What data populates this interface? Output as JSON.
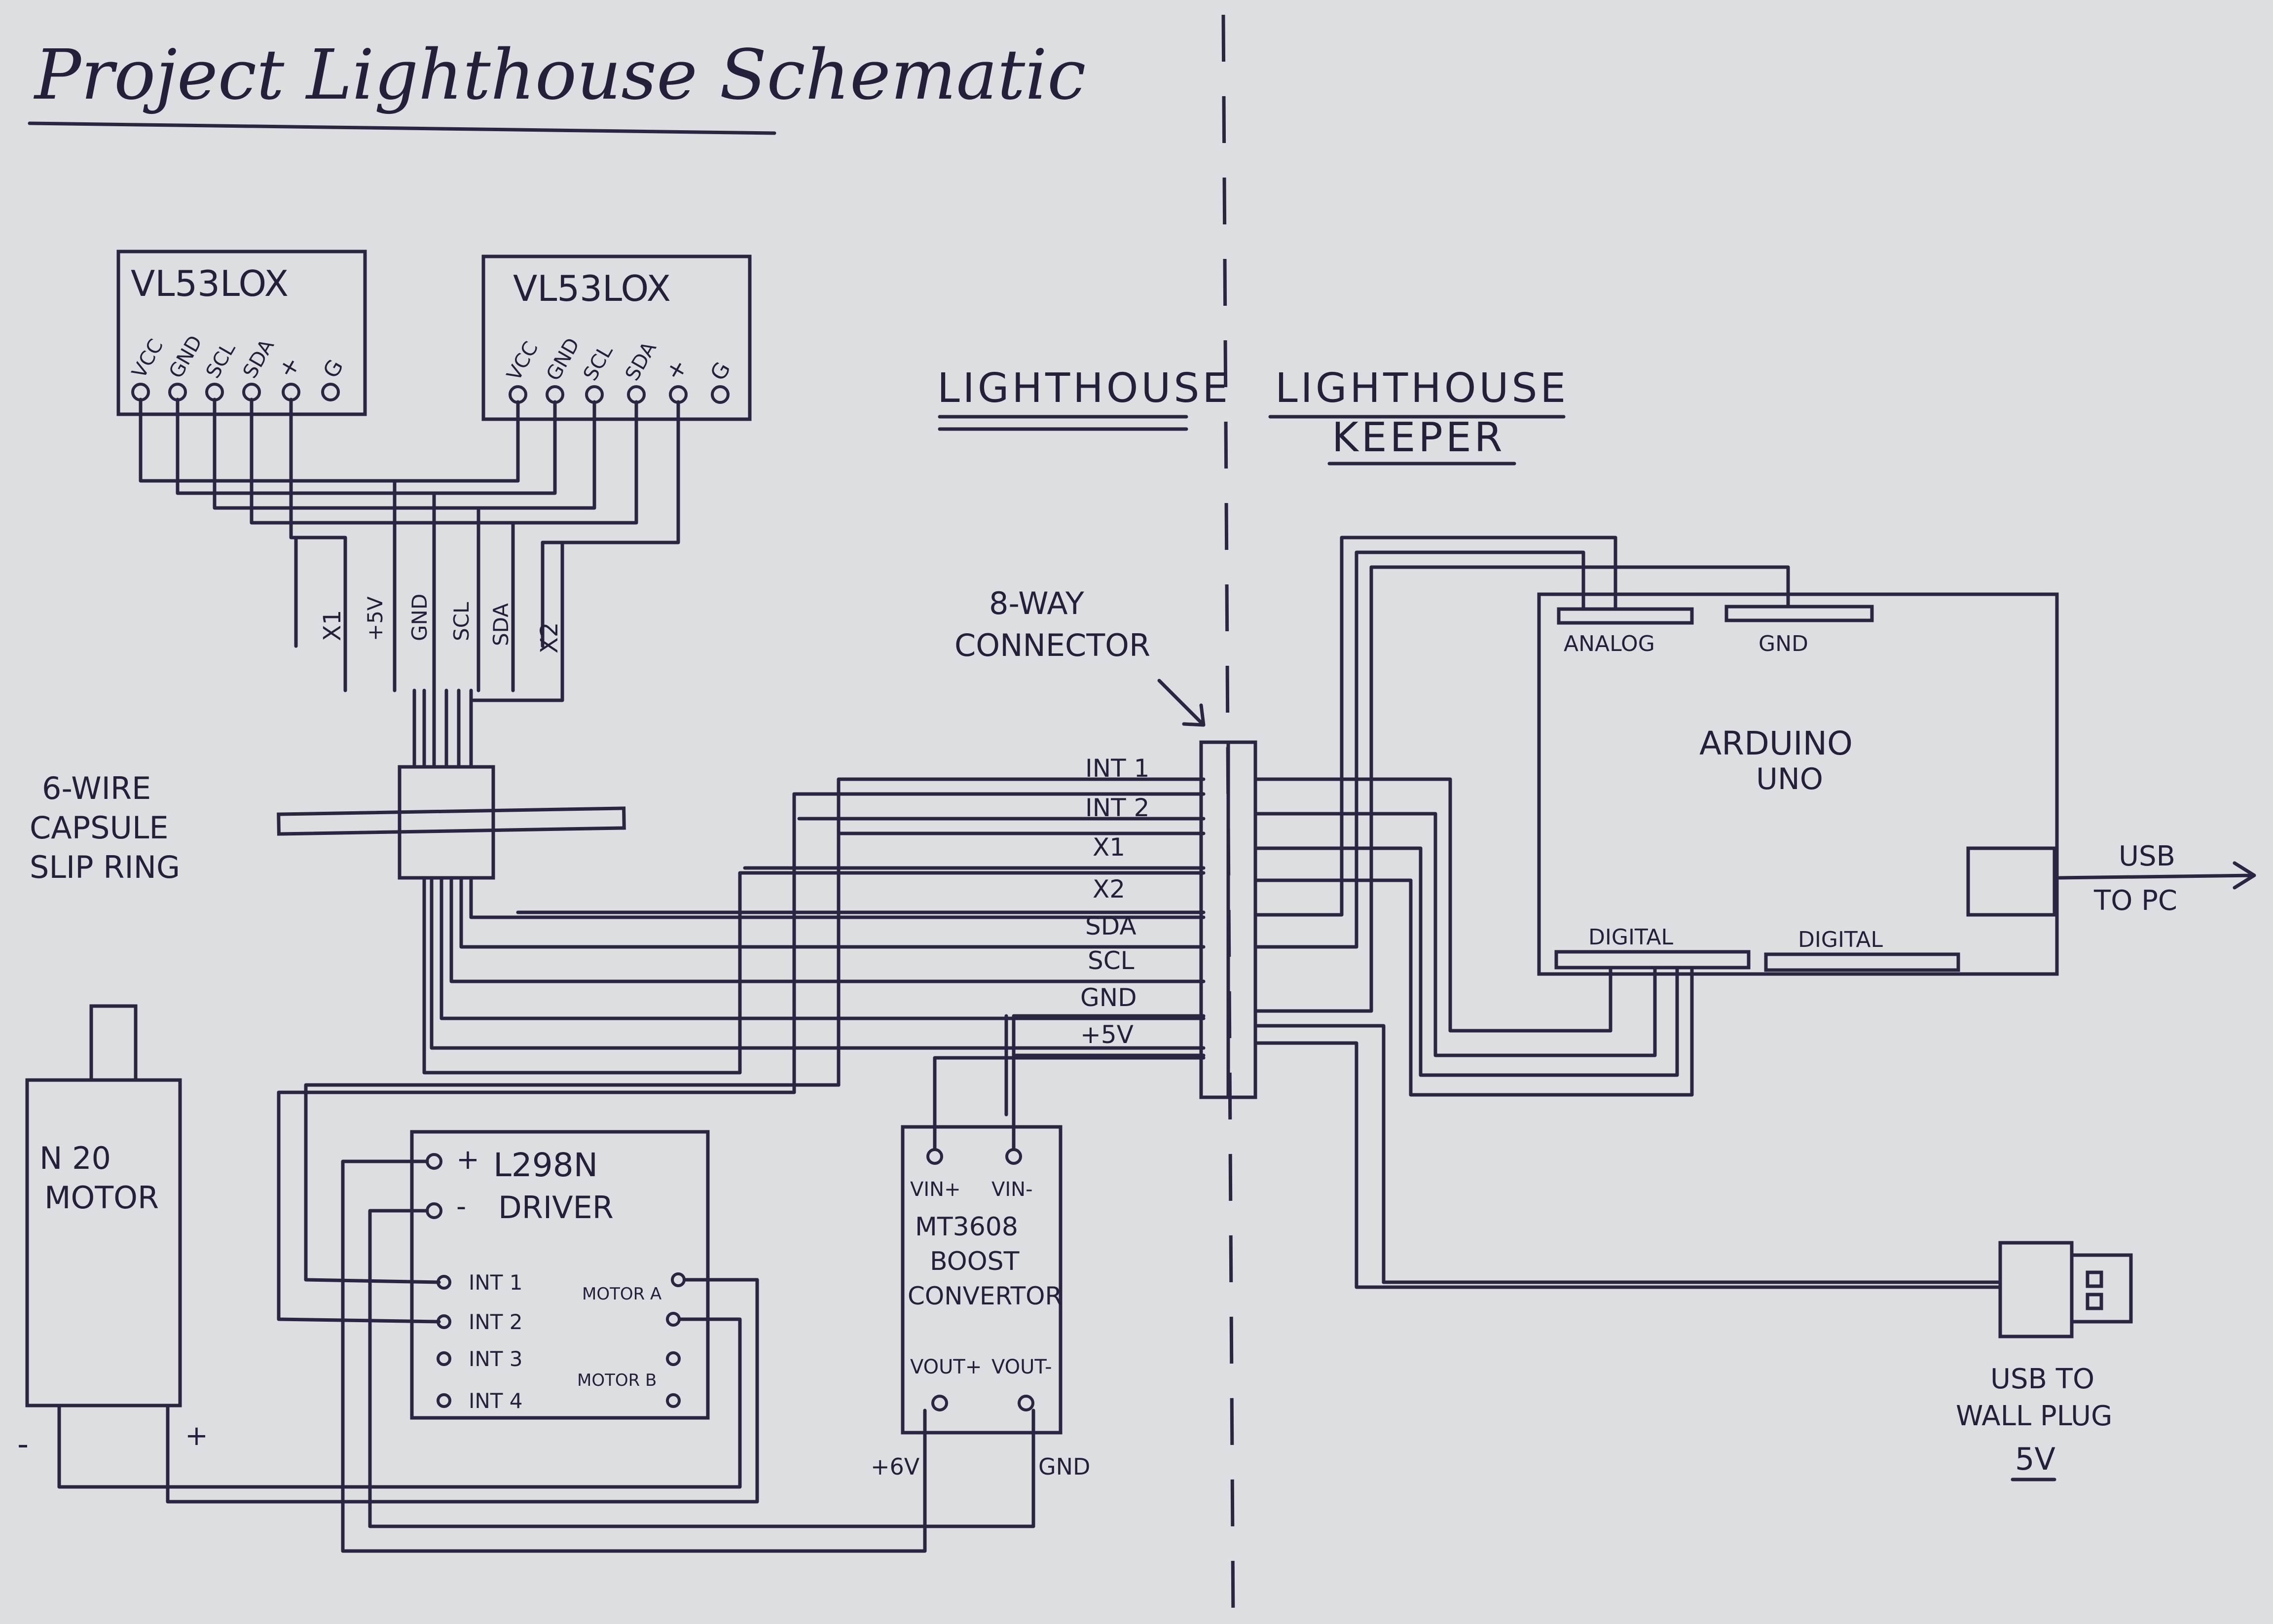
{
  "title": "Project Lighthouse Schematic",
  "sides": {
    "left": "LIGHTHOUSE",
    "right_line1": "LIGHTHOUSE",
    "right_line2": "KEEPER"
  },
  "sensor": {
    "name": "VL53LOX",
    "pins": [
      "VCC",
      "GND",
      "SCL",
      "SDA",
      "+",
      "G"
    ]
  },
  "bundle_labels": [
    "X1",
    "+5V",
    "GND",
    "SCL",
    "SDA",
    "X2"
  ],
  "slip_ring": {
    "line1": "6-WIRE",
    "line2": "CAPSULE",
    "line3": "SLIP RING"
  },
  "connector": {
    "title_line1": "8-WAY",
    "title_line2": "CONNECTOR",
    "signals": [
      "INT 1",
      "INT 2",
      "X1",
      "X2",
      "SDA",
      "SCL",
      "GND",
      "+5V"
    ]
  },
  "arduino": {
    "name_line1": "ARDUINO",
    "name_line2": "UNO",
    "analog": "ANALOG",
    "gnd": "GND",
    "digital_left": "DIGITAL",
    "digital_right": "DIGITAL",
    "usb_line1": "USB",
    "usb_line2": "TO PC"
  },
  "motor": {
    "line1": "N 20",
    "line2": "MOTOR",
    "minus": "-",
    "plus": "+"
  },
  "driver": {
    "plus": "+",
    "minus": "-",
    "name_line1": "L298N",
    "name_line2": "DRIVER",
    "inputs": [
      "INT 1",
      "INT 2",
      "INT 3",
      "INT 4"
    ],
    "motor_a": "MOTOR A",
    "motor_b": "MOTOR B"
  },
  "boost": {
    "vin_plus": "VIN+",
    "vin_minus": "VIN-",
    "name_line1": "MT3608",
    "name_line2": "BOOST",
    "name_line3": "CONVERTOR",
    "vout_plus": "VOUT+",
    "vout_minus": "VOUT-",
    "out_plus": "+6V",
    "out_gnd": "GND"
  },
  "wall_plug": {
    "line1": "USB TO",
    "line2": "WALL PLUG",
    "line3": "5V"
  },
  "colors": {
    "paper": "#dcdee2",
    "ink": "#2a2540"
  }
}
